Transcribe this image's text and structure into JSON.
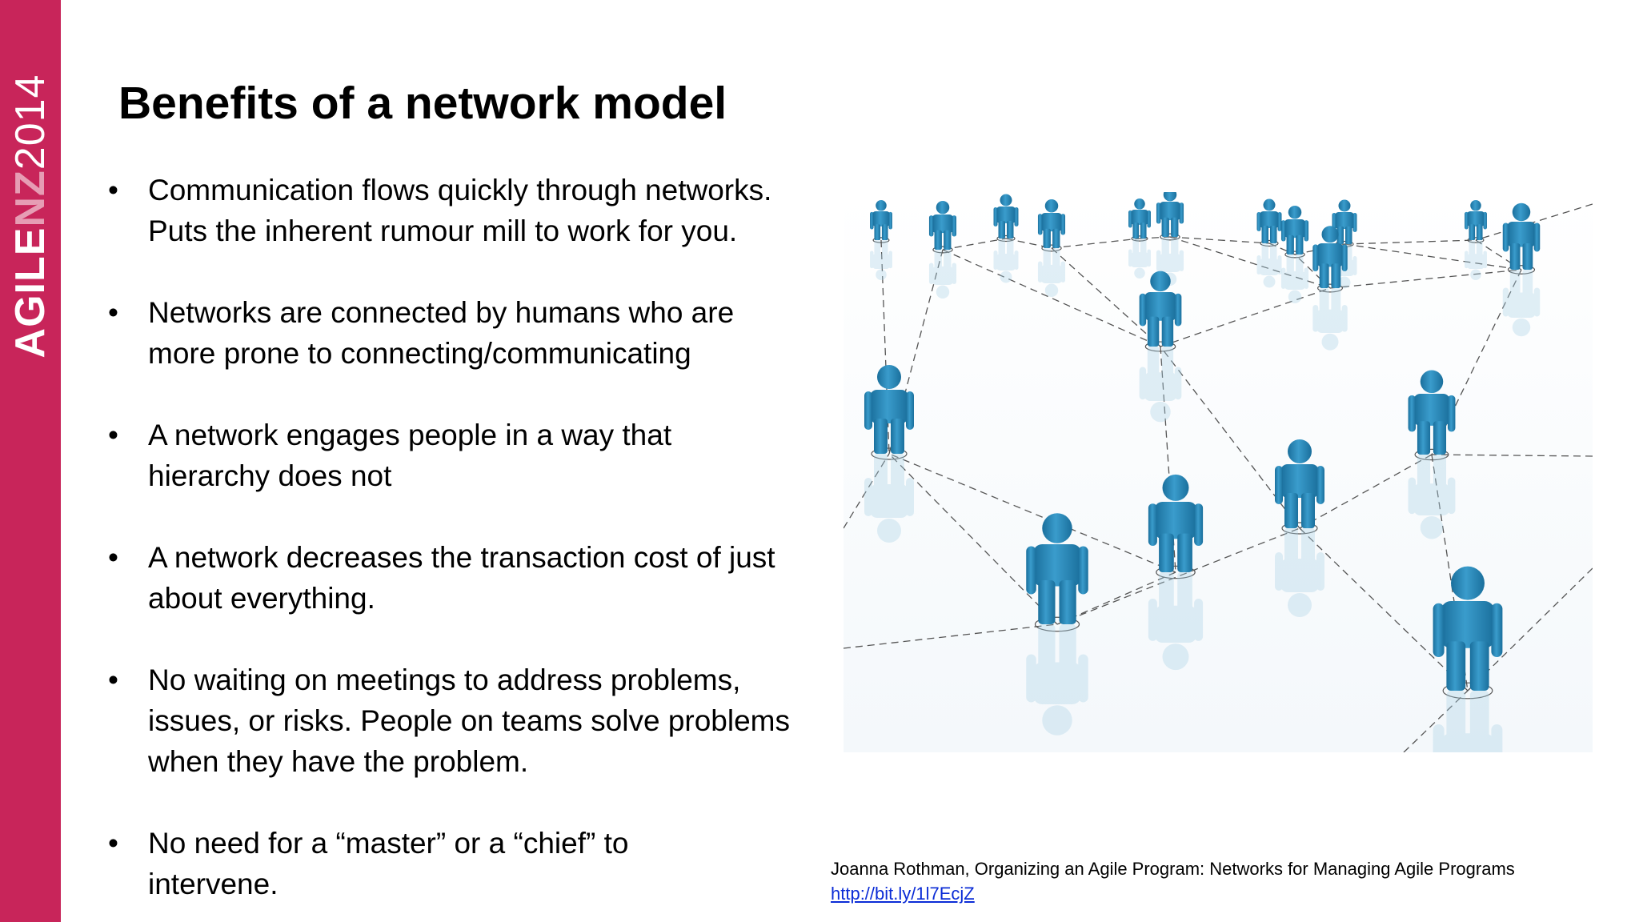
{
  "sidebar": {
    "brand_part1": "AGILE",
    "brand_part2": "NZ",
    "brand_part3": "2014"
  },
  "slide": {
    "title": "Benefits of a network model",
    "bullet_glyph": "•",
    "bullets": [
      {
        "line1": "Communication flows quickly through networks.",
        "line2": "Puts the inherent rumour mill to work for you."
      },
      {
        "line1": "Networks are connected by humans who are",
        "line2": "more prone to connecting/communicating"
      },
      {
        "line1": "A network engages people in a way that",
        "line2": "hierarchy does not"
      },
      {
        "line1": "A network decreases the transaction cost of just",
        "line2": "about everything."
      },
      {
        "line1": "No waiting on meetings to address problems,",
        "line2": "issues, or risks. People on teams solve problems",
        "line3": "when they have the problem."
      },
      {
        "line1": "No need for a “master” or a “chief” to",
        "line2": "intervene."
      }
    ],
    "image": {
      "subject": "network-of-people-illustration",
      "figure_color": "#2288bb"
    },
    "citation": {
      "text": "Joanna Rothman, Organizing an Agile Program: Networks for Managing Agile Programs",
      "link": "http://bit.ly/1l7EcjZ"
    }
  }
}
